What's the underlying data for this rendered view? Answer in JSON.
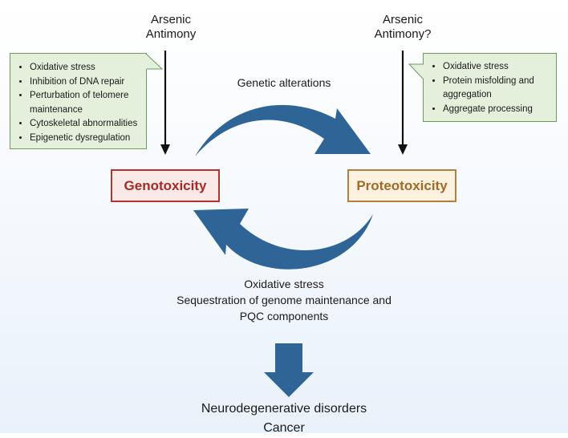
{
  "left_source": {
    "lines": [
      "Arsenic",
      "Antimony"
    ]
  },
  "right_source": {
    "lines": [
      "Arsenic",
      "Antimony?"
    ]
  },
  "left_callout": {
    "items": [
      "Oxidative stress",
      "Inhibition of DNA repair",
      "Perturbation of telomere maintenance",
      "Cytoskeletal abnormalities",
      "Epigenetic dysregulation"
    ]
  },
  "right_callout": {
    "items": [
      "Oxidative stress",
      "Protein misfolding and aggregation",
      "Aggregate processing"
    ]
  },
  "nodes": {
    "genotoxicity": "Genotoxicity",
    "proteotoxicity": "Proteotoxicity"
  },
  "top_arrow_label": "Genetic alterations",
  "bottom_arrow_labels": [
    "Oxidative stress",
    "Sequestration of genome maintenance and",
    "PQC components"
  ],
  "outcomes": [
    "Neurodegenerative disorders",
    "Cancer"
  ],
  "colors": {
    "arrow_blue": "#2f6496",
    "geno_border": "#b5332f",
    "proteo_border": "#b37f3c",
    "callout_fill": "#e4f0dc",
    "callout_border": "#6e9a5c"
  }
}
